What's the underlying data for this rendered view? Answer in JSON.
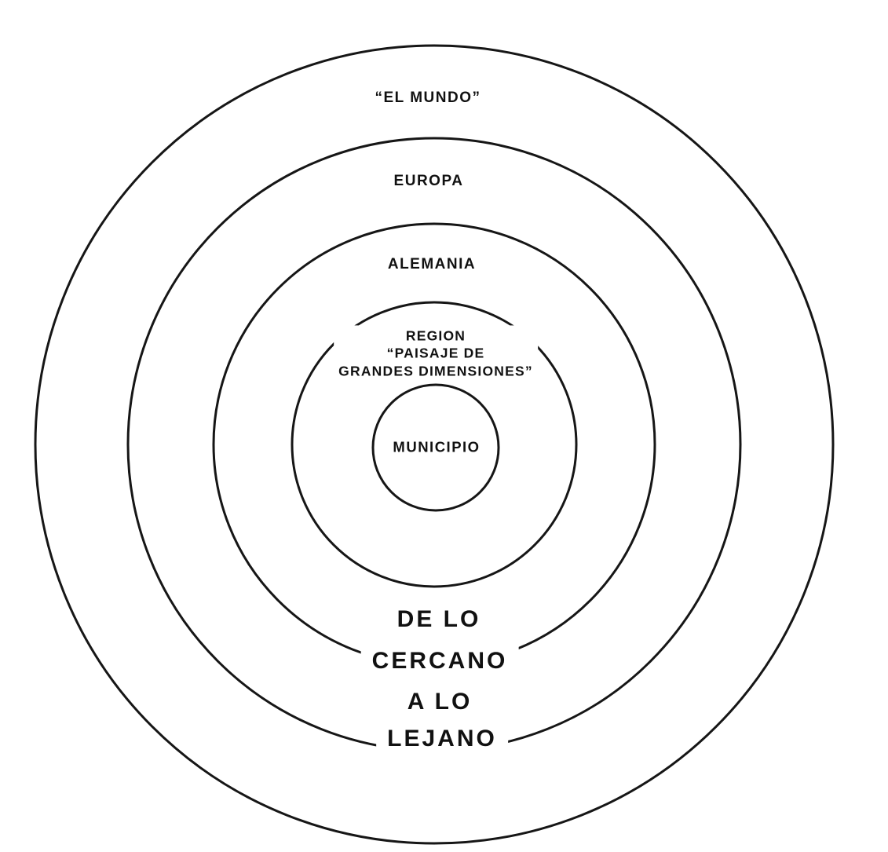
{
  "diagram_title": "De lo cercano a lo lejano - concentric scope diagram",
  "rings": {
    "el_mundo": "“EL MUNDO”",
    "europa": "EUROPA",
    "alemania": "ALEMANIA",
    "region_line1": "REGION",
    "region_line2": "“PAISAJE DE",
    "region_line3": "GRANDES DIMENSIONES”",
    "municipio": "MUNICIPIO"
  },
  "caption": {
    "line1": "DE LO",
    "line2": "CERCANO",
    "line3": "A LO",
    "line4": "LEJANO"
  },
  "colors": {
    "line": "#161616",
    "background": "#ffffff",
    "text": "#111111"
  }
}
